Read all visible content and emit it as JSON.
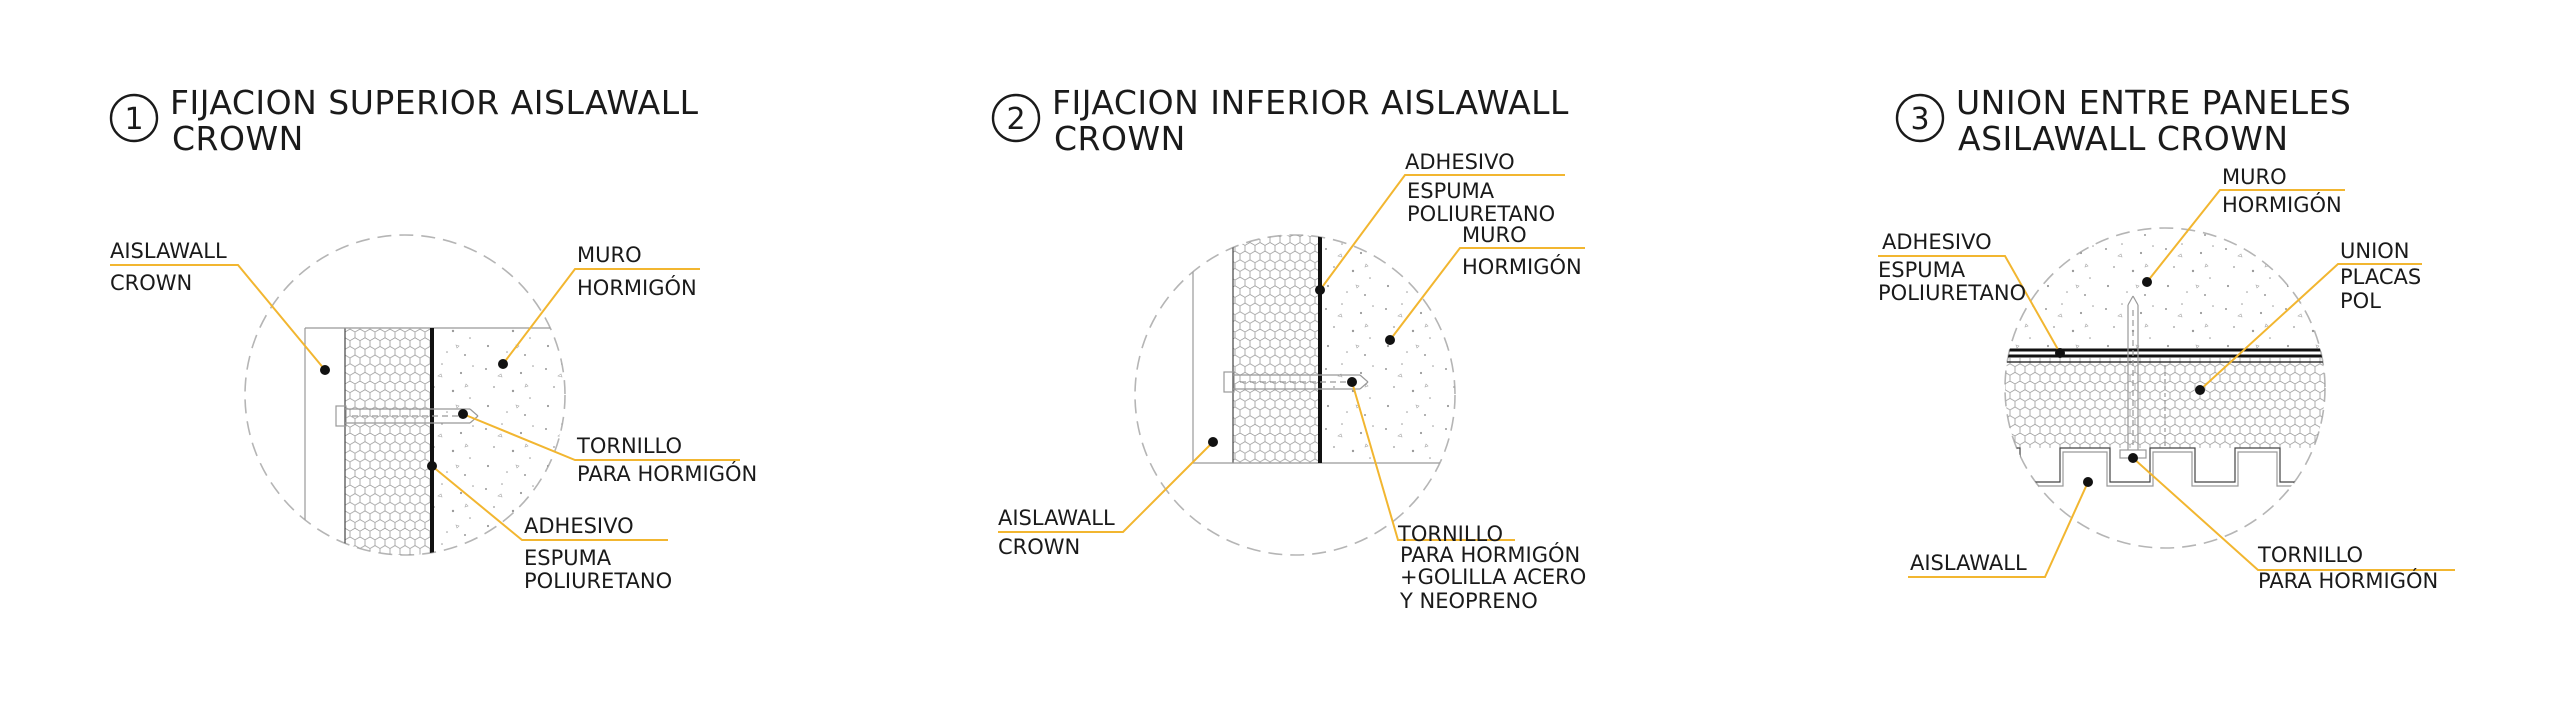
{
  "details": [
    {
      "number": "1",
      "title_line1": "FIJACION SUPERIOR AISLAWALL",
      "title_line2": "CROWN",
      "labels": {
        "aislawall": [
          "AISLAWALL",
          "CROWN"
        ],
        "muro": [
          "MURO",
          "HORMIGÓN"
        ],
        "tornillo": [
          "TORNILLO",
          "PARA HORMIGÓN"
        ],
        "adhesivo": [
          "ADHESIVO",
          "ESPUMA",
          "POLIURETANO"
        ]
      }
    },
    {
      "number": "2",
      "title_line1": "FIJACION INFERIOR AISLAWALL",
      "title_line2": "CROWN",
      "labels": {
        "adhesivo": [
          "ADHESIVO",
          "ESPUMA",
          "POLIURETANO"
        ],
        "muro": [
          "MURO",
          "HORMIGÓN"
        ],
        "aislawall": [
          "AISLAWALL",
          "CROWN"
        ],
        "tornillo": [
          "TORNILLO",
          "PARA HORMIGÓN",
          "+GOLILLA ACERO",
          "Y NEOPRENO"
        ]
      }
    },
    {
      "number": "3",
      "title_line1": "UNION ENTRE PANELES",
      "title_line2": "ASILAWALL CROWN",
      "labels": {
        "muro": [
          "MURO",
          "HORMIGÓN"
        ],
        "adhesivo": [
          "ADHESIVO",
          "ESPUMA",
          "POLIURETANO"
        ],
        "union": [
          "UNION",
          "PLACAS",
          "POL"
        ],
        "aislawall": [
          "AISLAWALL"
        ],
        "tornillo": [
          "TORNILLO",
          "PARA HORMIGÓN"
        ]
      }
    }
  ],
  "colors": {
    "leader": "#f2b630",
    "ink": "#1a1a1a",
    "hatch": "#9a9a9a"
  }
}
